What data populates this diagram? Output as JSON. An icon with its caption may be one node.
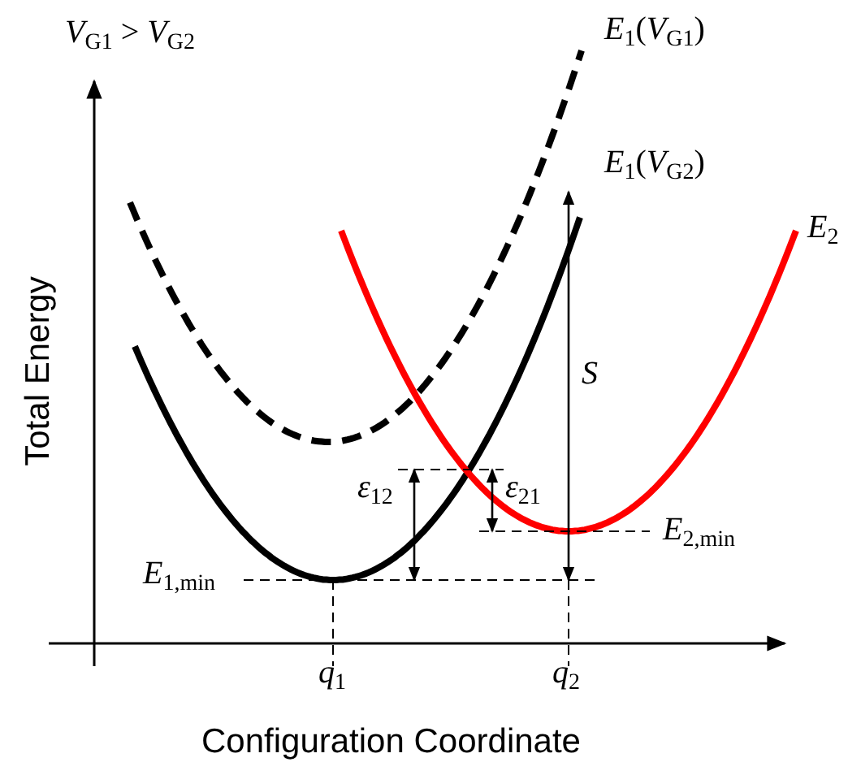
{
  "diagram": {
    "labels": [
      "*V*$_{G1}$ > *V*$_{G2}$",
      "*E*$_{1}$(*V*$_{G1}$)",
      "*E*$_{1}$(*V*$_{G2}$)",
      "*E*$_{2}$",
      "Total Energy",
      "*S*",
      "*ε*$_{12}$",
      "*ε*$_{21}$",
      "*E*$_{2,min}$",
      "*E*$_{1,min}$",
      "*q*$_{1}$",
      "*q*$_{2}$",
      "Configuration Coordinate"
    ]
  }
}
